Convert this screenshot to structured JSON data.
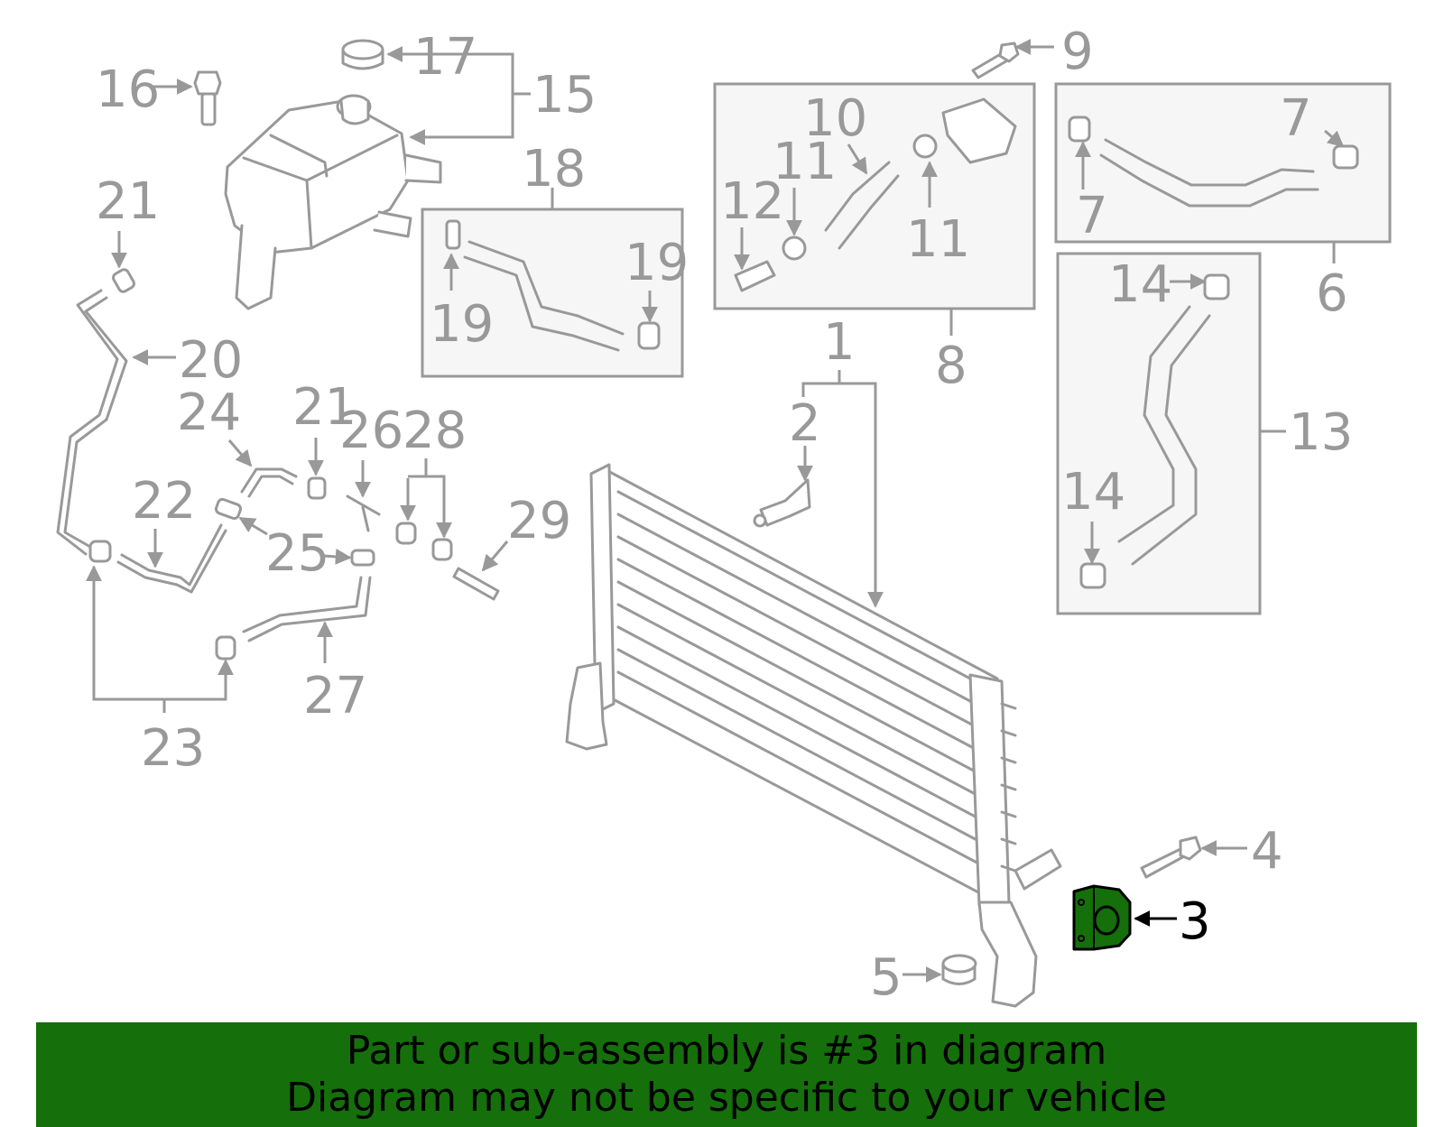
{
  "diagram": {
    "highlight_color": "#156f0b",
    "line_color": "#999999",
    "callouts": {
      "c1": "1",
      "c2": "2",
      "c3": "3",
      "c4": "4",
      "c5": "5",
      "c6": "6",
      "c7a": "7",
      "c7b": "7",
      "c8": "8",
      "c9": "9",
      "c10": "10",
      "c11a": "11",
      "c11b": "11",
      "c12": "12",
      "c13": "13",
      "c14a": "14",
      "c14b": "14",
      "c15": "15",
      "c16": "16",
      "c17": "17",
      "c18": "18",
      "c19a": "19",
      "c19b": "19",
      "c20": "20",
      "c21a": "21",
      "c21b": "21",
      "c22": "22",
      "c23": "23",
      "c24": "24",
      "c25": "25",
      "c26": "26",
      "c27": "27",
      "c28": "28",
      "c29": "29"
    }
  },
  "banner": {
    "line1": "Part or sub-assembly is #3 in diagram",
    "line2": "Diagram may not be specific to your vehicle",
    "background": "#156f0b"
  }
}
